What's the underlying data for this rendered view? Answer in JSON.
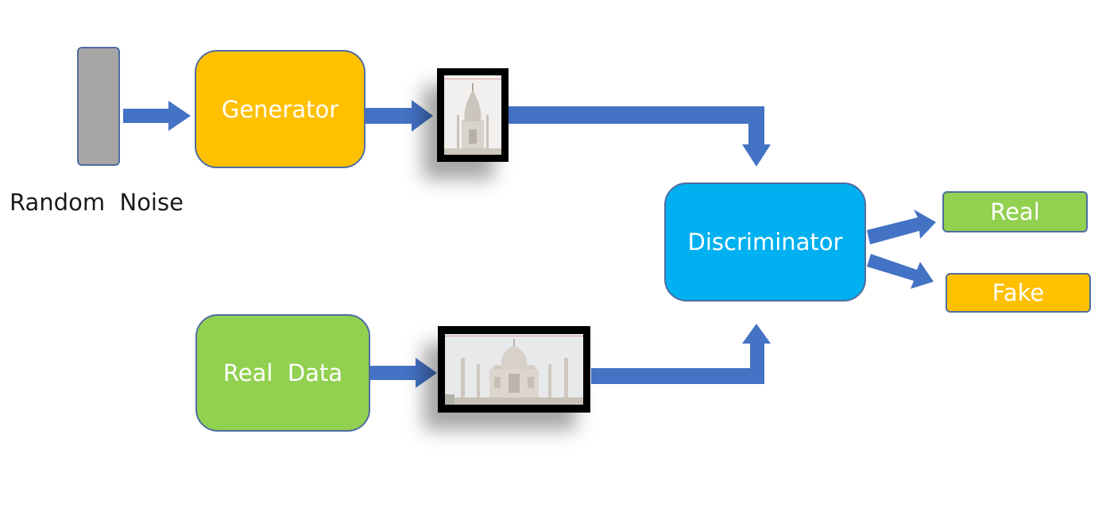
{
  "diagram": {
    "nodes": {
      "noise_label": "Random  Noise",
      "generator": "Generator",
      "real_data": "Real  Data",
      "discriminator": "Discriminator",
      "real_output": "Real",
      "fake_output": "Fake"
    },
    "colors": {
      "arrow": "#4472c4",
      "generator": "#ffc000",
      "real_data": "#92d050",
      "discriminator": "#00b0f0",
      "real_output": "#92d050",
      "fake_output": "#ffc000",
      "noise_bar": "#a6a6a6"
    },
    "images": {
      "generated_sample": "taj-mahal-generated",
      "real_sample": "taj-mahal-real"
    }
  }
}
